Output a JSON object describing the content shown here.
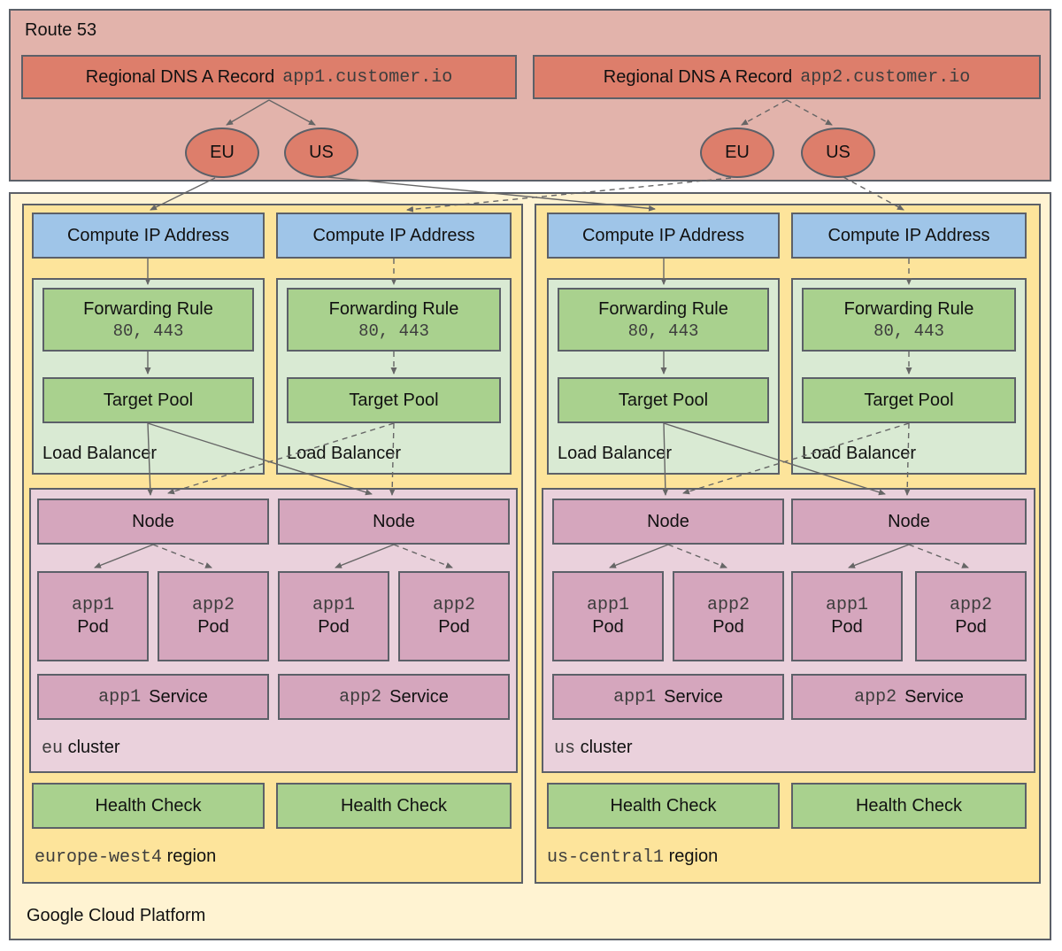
{
  "route53": {
    "title": "Route 53",
    "records": [
      {
        "label": "Regional DNS A Record",
        "domain": "app1.customer.io"
      },
      {
        "label": "Regional DNS A Record",
        "domain": "app2.customer.io"
      }
    ],
    "zones": [
      "EU",
      "US"
    ]
  },
  "gcp": {
    "title": "Google Cloud Platform",
    "labels": {
      "compute_ip": "Compute IP Address",
      "forwarding_rule": "Forwarding Rule",
      "ports": "80, 443",
      "target_pool": "Target Pool",
      "load_balancer": "Load Balancer",
      "node": "Node",
      "pod": "Pod",
      "service": "Service",
      "health_check": "Health Check",
      "cluster_suffix": "cluster",
      "region_suffix": "region"
    },
    "apps": [
      "app1",
      "app2"
    ],
    "regions": [
      {
        "name": "europe-west4",
        "cluster": "eu"
      },
      {
        "name": "us-central1",
        "cluster": "us"
      }
    ]
  },
  "colors": {
    "route53_bg": "#e2b3ab",
    "dns_record_bg": "#dd7e6b",
    "zone_ellipse_bg": "#dd7e6b",
    "gcp_bg": "#fff3d2",
    "region_bg": "#fde49b",
    "compute_ip_bg": "#9fc5e8",
    "load_balancer_bg": "#d9ead3",
    "rule_pool_health_bg": "#a9d18e",
    "cluster_bg": "#ead1dc",
    "node_pod_service_bg": "#d5a6bd",
    "border": "#5c6068",
    "arrow": "#666666"
  }
}
